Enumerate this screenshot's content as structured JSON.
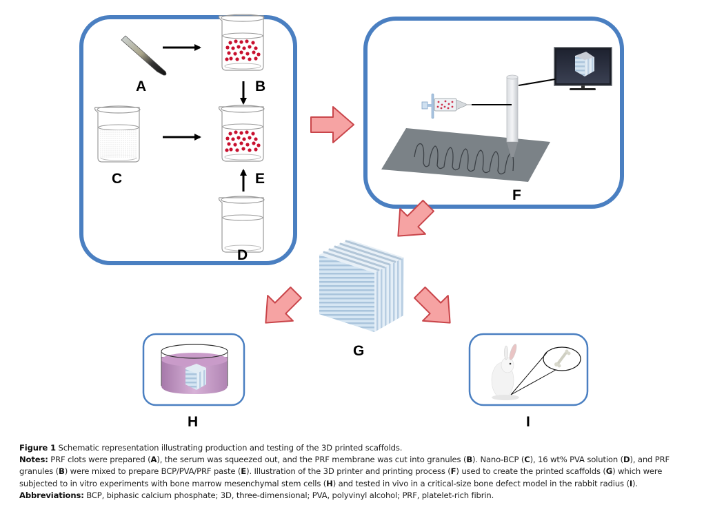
{
  "figure": {
    "panel_labels": {
      "A": "A",
      "B": "B",
      "C": "C",
      "D": "D",
      "E": "E",
      "F": "F",
      "G": "G",
      "H": "H",
      "I": "I"
    },
    "panels": {
      "A": "PRF clot in tube",
      "B": "Beaker with PRF granules",
      "C": "Beaker with Nano-BCP",
      "D": "Beaker with PVA solution",
      "E": "Beaker with BCP/PVA/PRF paste",
      "F": "3D printer with syringe, nozzle and monitor",
      "G": "Printed 3D scaffold",
      "H": "Scaffold in culture dish with stem cells",
      "I": "Rabbit with radius bone defect"
    },
    "colors": {
      "frame_blue": "#4a7fc1",
      "arrow_fill": "#f6a3a3",
      "arrow_stroke": "#c9454a",
      "granule_red": "#c8102e",
      "culture_purple": "#b57fb5",
      "print_bed": "#7b8287"
    }
  },
  "caption": {
    "figure_label": "Figure 1",
    "figure_title": "Schematic representation illustrating production and testing of the 3D printed scaffolds.",
    "notes_label": "Notes:",
    "notes_segments": [
      {
        "t": " PRF clots were prepared (",
        "b": false
      },
      {
        "t": "A",
        "b": true
      },
      {
        "t": "), the serum was squeezed out, and the PRF membrane was cut into granules (",
        "b": false
      },
      {
        "t": "B",
        "b": true
      },
      {
        "t": "). Nano-BCP (",
        "b": false
      },
      {
        "t": "C",
        "b": true
      },
      {
        "t": "), 16 wt% PVA solution (",
        "b": false
      },
      {
        "t": "D",
        "b": true
      },
      {
        "t": "), and PRF granules (",
        "b": false
      },
      {
        "t": "B",
        "b": true
      },
      {
        "t": ") were mixed to prepare BCP/PVA/PRF paste (",
        "b": false
      },
      {
        "t": "E",
        "b": true
      },
      {
        "t": "). Illustration of the 3D printer and printing process (",
        "b": false
      },
      {
        "t": "F",
        "b": true
      },
      {
        "t": ") used to create the printed scaffolds (",
        "b": false
      },
      {
        "t": "G",
        "b": true
      },
      {
        "t": ") which were subjected to in vitro experiments with bone marrow mesenchymal stem cells (",
        "b": false
      },
      {
        "t": "H",
        "b": true
      },
      {
        "t": ") and tested in vivo in a critical-size bone defect model in the rabbit radius (",
        "b": false
      },
      {
        "t": "I",
        "b": true
      },
      {
        "t": ").",
        "b": false
      }
    ],
    "abbreviations_label": "Abbreviations:",
    "abbreviations_text": " BCP, biphasic calcium phosphate; 3D, three-dimensional; PVA, polyvinyl alcohol; PRF, platelet-rich fibrin."
  }
}
